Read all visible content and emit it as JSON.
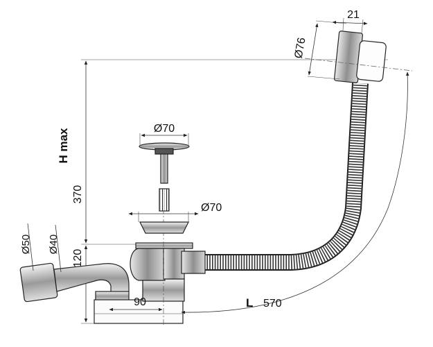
{
  "dimensions": {
    "overflow_diameter": "Ø76",
    "overflow_depth": "21",
    "stopper_diameter": "Ø70",
    "drain_diameter": "Ø70",
    "outlet_outer": "Ø50",
    "outlet_inner": "Ø40",
    "outlet_height": "120",
    "h_max_value": "370",
    "h_max_label": "H max",
    "outlet_offset": "90",
    "length_label": "L",
    "length_value": "570"
  }
}
